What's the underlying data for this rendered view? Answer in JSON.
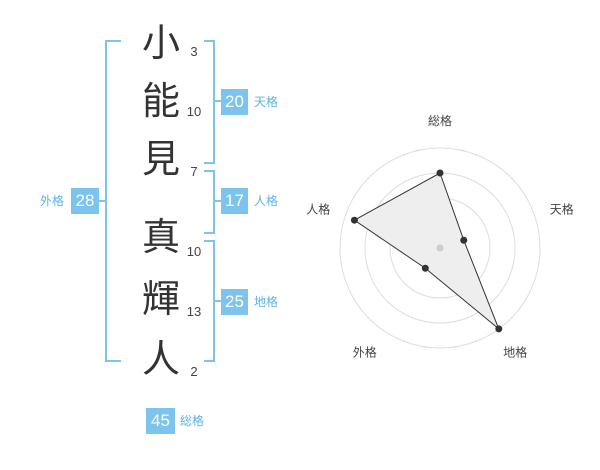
{
  "name_chars": [
    {
      "char": "小",
      "strokes": "3"
    },
    {
      "char": "能",
      "strokes": "10"
    },
    {
      "char": "見",
      "strokes": "7"
    },
    {
      "char": "真",
      "strokes": "10"
    },
    {
      "char": "輝",
      "strokes": "13"
    },
    {
      "char": "人",
      "strokes": "2"
    }
  ],
  "scores": {
    "tenkaku": {
      "value": "20",
      "label": "天格"
    },
    "jinkaku": {
      "value": "17",
      "label": "人格"
    },
    "chikaku": {
      "value": "25",
      "label": "地格"
    },
    "gaikaku": {
      "value": "28",
      "label": "外格"
    },
    "soukaku": {
      "value": "45",
      "label": "総格"
    }
  },
  "colors": {
    "accent": "#7cc3ee",
    "accent_text": "#5ab3e8",
    "radar_fill": "#eeeeee"
  },
  "chart_data": {
    "type": "radar",
    "axes": [
      "総格",
      "天格",
      "地格",
      "外格",
      "人格"
    ],
    "values": [
      0.75,
      0.25,
      1.0,
      0.25,
      0.9
    ],
    "rings": 4,
    "grid": true
  }
}
